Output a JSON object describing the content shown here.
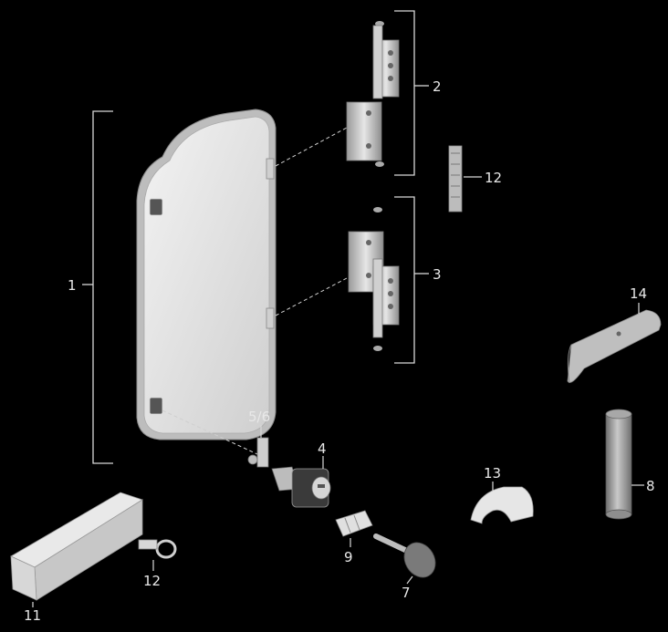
{
  "diagram": {
    "background": "#000000",
    "part_color": "#d9d9d9",
    "labels": {
      "door": "1",
      "hinge_top": "2",
      "hinge_bottom": "3",
      "lock": "4",
      "lock_plate": "5/6",
      "key": "7",
      "rod": "8",
      "dowel": "9",
      "rail": "11",
      "clip": "12",
      "end_cap": "13",
      "cover_profile": "14",
      "brush": "12"
    }
  }
}
